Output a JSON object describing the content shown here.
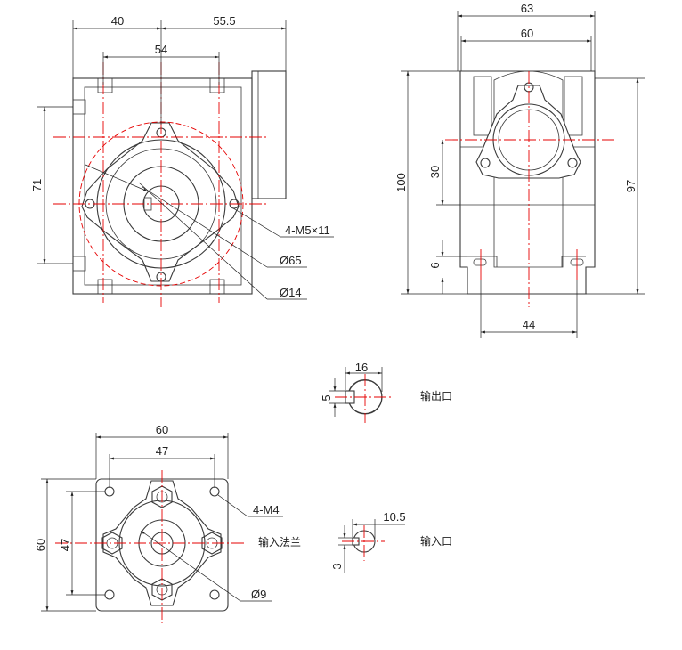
{
  "colors": {
    "centerline": "#e60000",
    "outline": "#3a3a3a",
    "dimension": "#222222"
  },
  "front_view": {
    "dim_top_left": "40",
    "dim_top_right": "55.5",
    "dim_inner": "54",
    "dim_height": "71",
    "callout_bolts": "4-M5×11",
    "callout_pcd": "Ø65",
    "callout_bore": "Ø14"
  },
  "side_view": {
    "dim_outer_width": "63",
    "dim_inner_width": "60",
    "dim_total_height": "100",
    "dim_center_height": "30",
    "dim_right_height": "97",
    "dim_foot": "6",
    "dim_foot_span": "44"
  },
  "output_port": {
    "dim_width": "16",
    "dim_key": "5",
    "label": "输出口"
  },
  "input_flange": {
    "dim_width": "60",
    "dim_inner": "47",
    "dim_height": "60",
    "dim_inner_height": "47",
    "callout_holes": "4-M4",
    "callout_bore": "Ø9",
    "label": "输入法兰"
  },
  "input_port": {
    "dim_width": "10.5",
    "dim_key": "3",
    "label": "输入口"
  }
}
